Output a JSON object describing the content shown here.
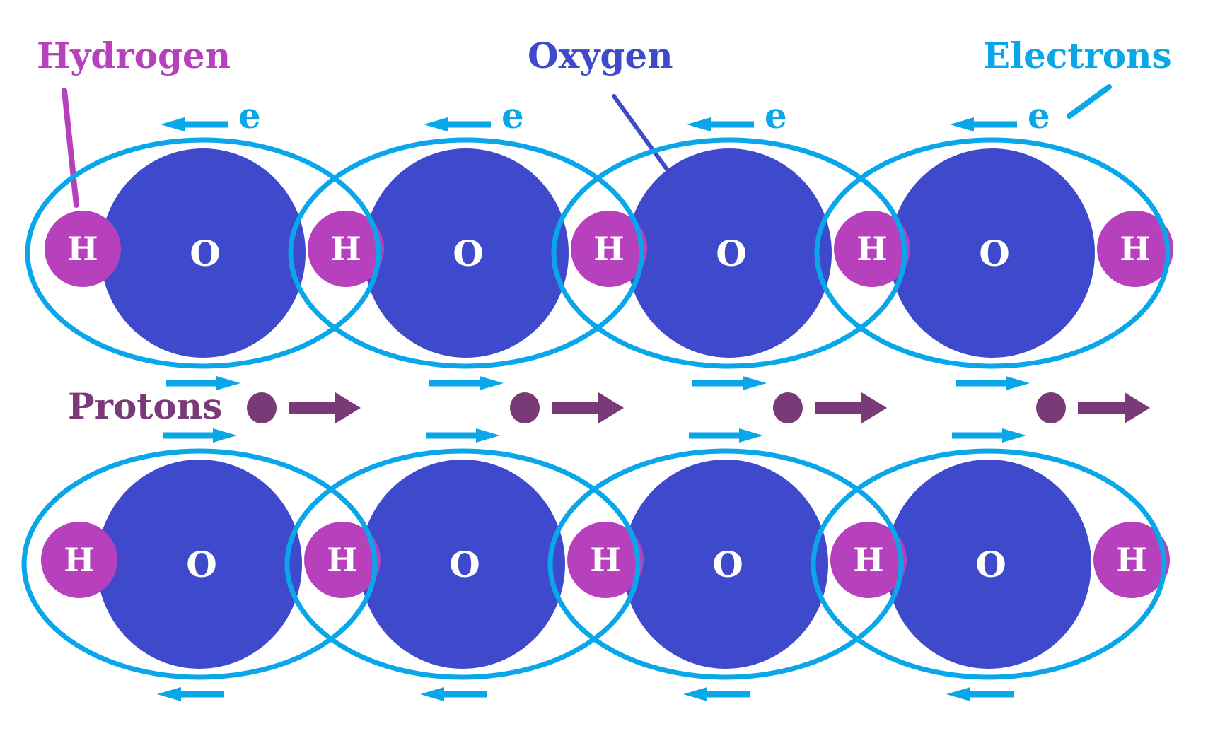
{
  "labels": {
    "hydrogen": "Hydrogen",
    "oxygen": "Oxygen",
    "electrons": "Electrons",
    "protons": "Protons",
    "electron_symbol": "e"
  },
  "atoms": {
    "oxygen_symbol": "O",
    "hydrogen_symbol": "H"
  },
  "rows": [
    {
      "molecules": 4,
      "hydrogen_atoms": 5,
      "electron_labels": 4
    },
    {
      "molecules": 4,
      "hydrogen_atoms": 5,
      "electron_labels": 0
    }
  ],
  "proton_count": 4,
  "colors": {
    "hydrogen": "#b741bd",
    "oxygen": "#3f49cc",
    "electron": "#0aa6ea",
    "proton": "#7a3a78",
    "background": "#ffffff"
  }
}
